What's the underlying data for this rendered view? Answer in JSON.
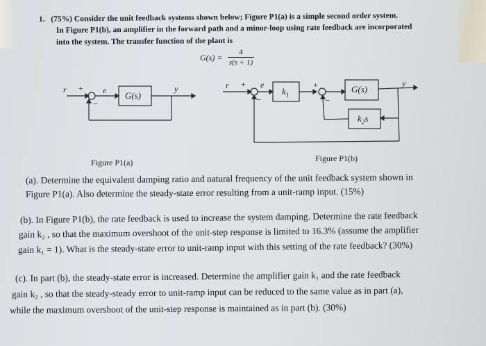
{
  "question": {
    "number": "1.",
    "weight": "(75%)",
    "intro_lines": [
      "Consider the unit feedback systems shown below; Figure P1(a) is a simple second order system.",
      "In Figure P1(b), an amplifier in the forward path and a minor-loop using rate feedback are incorporated",
      "into the system. The transfer function of the plant is"
    ],
    "plant": {
      "lhs": "G(s) =",
      "numerator": "4",
      "denominator": "s(s + 1)"
    }
  },
  "figures": {
    "a": {
      "caption": "Figure P1(a)",
      "labels": {
        "input": "r",
        "plus": "+",
        "minus": "−",
        "error": "e",
        "block": "G(s)",
        "output": "y"
      }
    },
    "b": {
      "caption": "Figure P1(b)",
      "labels": {
        "input": "r",
        "plus": "+",
        "minus": "−",
        "error": "e",
        "amp_block": "k",
        "amp_sub": "1",
        "plant_block": "G(s)",
        "fb_block": "k",
        "fb_sub": "2",
        "fb_suffix": "s",
        "output": "y",
        "inner_plus": "+",
        "inner_minus": "−"
      }
    }
  },
  "parts": {
    "a": {
      "lines": [
        "(a). Determine the equivalent damping ratio and natural frequency of the unit feedback system shown in",
        "Figure P1(a). Also determine the steady-state error resulting from a unit-ramp input. (15%)"
      ]
    },
    "b": {
      "lines": [
        "(b). In Figure P1(b), the rate feedback is used to increase the system damping. Determine the rate feedback",
        "gain  k₂ , so that the maximum overshoot of the unit-step response is limited to 16.3% (assume the amplifier",
        "gain  k₁ = 1). What is the steady-state error to unit-ramp input with this setting of the rate feedback? (30%)"
      ]
    },
    "c": {
      "lines": [
        "(c). In part (b), the steady-state error is increased. Determine the amplifier gain  k₁  and the rate feedback",
        "gain  k₂ , so that the steady-steady error to unit-ramp input can be reduced to the same value as in part (a),",
        "while the maximum overshoot of the unit-step response is maintained as in part (b). (30%)"
      ]
    }
  },
  "colors": {
    "ink": "#1b1b1f",
    "paper": "#dfe2e3"
  }
}
